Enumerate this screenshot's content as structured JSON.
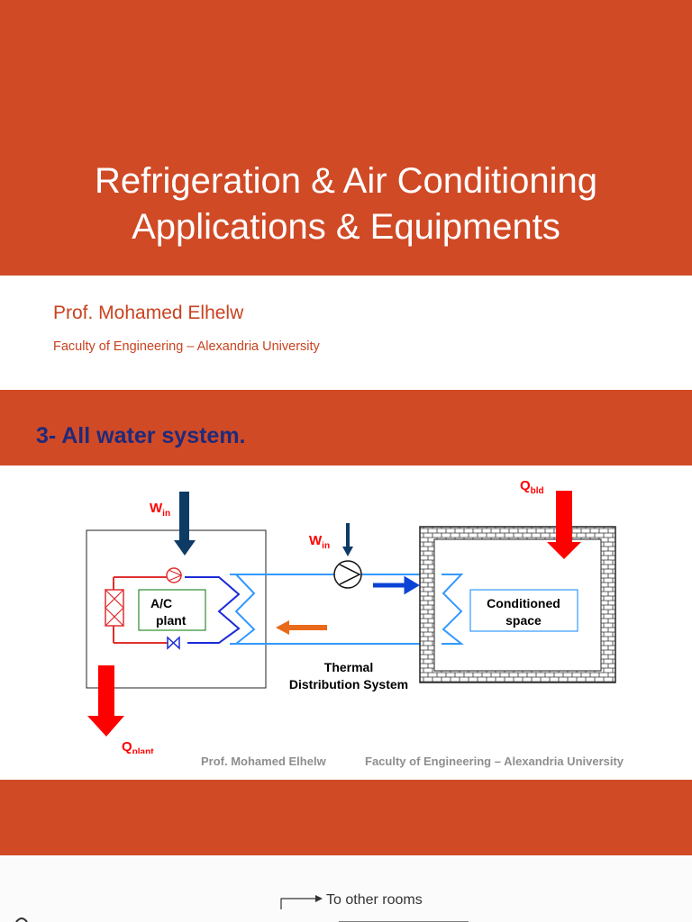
{
  "header": {
    "title_line1": "Refrigeration & Air Conditioning",
    "title_line2": "Applications & Equipments",
    "author": "Prof. Mohamed Elhelw",
    "affiliation": "Faculty of Engineering – Alexandria University"
  },
  "section": {
    "heading": "3- All water system."
  },
  "diagram": {
    "w_in_main": {
      "base": "W",
      "sub": "in"
    },
    "w_in_pump": {
      "base": "W",
      "sub": "in"
    },
    "q_bld": {
      "base": "Q",
      "sub": "bld"
    },
    "q_plant": {
      "base": "Q",
      "sub": "plant"
    },
    "plant_label_line1": "A/C",
    "plant_label_line2": "plant",
    "space_label_line1": "Conditioned",
    "space_label_line2": "space",
    "distribution_line1": "Thermal",
    "distribution_line2": "Distribution System",
    "colors": {
      "heat_arrow": "#ff0000",
      "work_arrow": "#0d3b66",
      "supply_flow": "#0b43d6",
      "return_flow": "#e86a1a",
      "water_loop": "#3399ff",
      "refrigerant": "#e03030",
      "plant_box": "#2e8b2e"
    }
  },
  "footer": {
    "author": "Prof. Mohamed Elhelw",
    "affiliation": "Faculty of Engineering – Alexandria University"
  },
  "next_slide": {
    "label": "To other rooms"
  }
}
